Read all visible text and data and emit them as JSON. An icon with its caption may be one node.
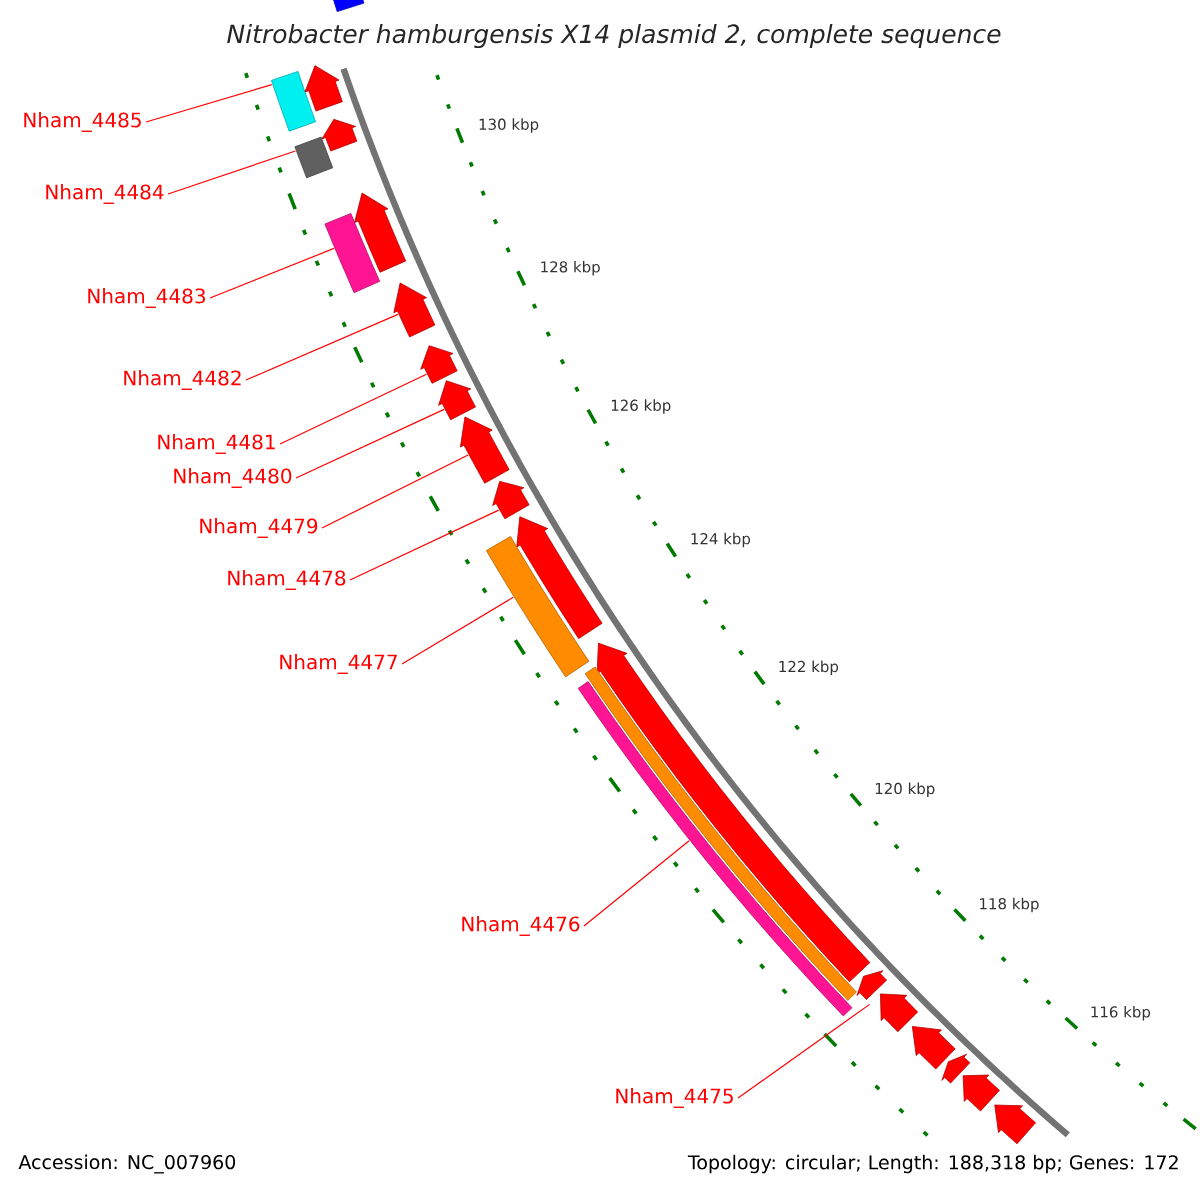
{
  "diagram": {
    "title": "Nitrobacter hamburgensis X14 plasmid 2, complete sequence",
    "nodes": [
      {
        "text": [
          "Nham_4485"
        ]
      },
      {
        "text": [
          "Nham_4484"
        ]
      },
      {
        "text": [
          "Nham_4483"
        ]
      },
      {
        "text": [
          "Nham_4482"
        ]
      },
      {
        "text": [
          "Nham_4481"
        ]
      },
      {
        "text": [
          "Nham_4480"
        ]
      },
      {
        "text": [
          "Nham_4479"
        ]
      },
      {
        "text": [
          "Nham_4478"
        ]
      },
      {
        "text": [
          "Nham_4477"
        ]
      },
      {
        "text": [
          "Nham_4476"
        ]
      },
      {
        "text": [
          "Nham_4475"
        ]
      },
      {
        "text": [],
        "shape": "box"
      },
      {
        "text": [],
        "shape": "box"
      },
      {
        "text": [],
        "shape": "pentagon"
      },
      {
        "text": [],
        "shape": "pentagon"
      },
      {
        "text": [],
        "shape": "box"
      },
      {
        "text": [],
        "shape": "pentagon"
      },
      {
        "text": [],
        "shape": "box"
      },
      {
        "text": [],
        "shape": "pentagon"
      },
      {
        "text": [],
        "shape": "pentagon"
      },
      {
        "text": [],
        "shape": "pentagon"
      },
      {
        "text": [],
        "shape": "pentagon"
      },
      {
        "text": [],
        "shape": "pentagon"
      },
      {
        "text": [],
        "shape": "pentagon"
      },
      {
        "text": [],
        "shape": "box"
      },
      {
        "text": [],
        "shape": "pentagon"
      },
      {
        "text": [],
        "shape": "box"
      },
      {
        "text": [],
        "shape": "box"
      },
      {
        "text": [],
        "shape": "pentagon"
      },
      {
        "text": [],
        "shape": "pentagon"
      },
      {
        "text": [],
        "shape": "pentagon"
      },
      {
        "text": [],
        "shape": "pentagon"
      },
      {
        "text": [],
        "shape": "pentagon"
      },
      {
        "text": [],
        "shape": "pentagon"
      }
    ],
    "edges": [
      {
        "from": 0,
        "to": 12,
        "arrow": "none"
      },
      {
        "from": 1,
        "to": 15,
        "arrow": "none"
      },
      {
        "from": 2,
        "to": 17,
        "arrow": "none"
      },
      {
        "from": 3,
        "to": 18,
        "arrow": "none"
      },
      {
        "from": 4,
        "to": 19,
        "arrow": "none"
      },
      {
        "from": 5,
        "to": 20,
        "arrow": "none"
      },
      {
        "from": 6,
        "to": 21,
        "arrow": "none"
      },
      {
        "from": 7,
        "to": 22,
        "arrow": "none"
      },
      {
        "from": 8,
        "to": 24,
        "arrow": "none"
      },
      {
        "from": 9,
        "to": 27,
        "arrow": "none"
      },
      {
        "from": 10,
        "to": 28,
        "arrow": "none"
      }
    ],
    "labels": [
      "130 kbp",
      "128 kbp",
      "126 kbp",
      "124 kbp",
      "122 kbp",
      "120 kbp",
      "118 kbp",
      "116 kbp",
      "Accession: NC_007960",
      "Topology: circular; Length: 188,318 bp; Genes: 172"
    ]
  }
}
